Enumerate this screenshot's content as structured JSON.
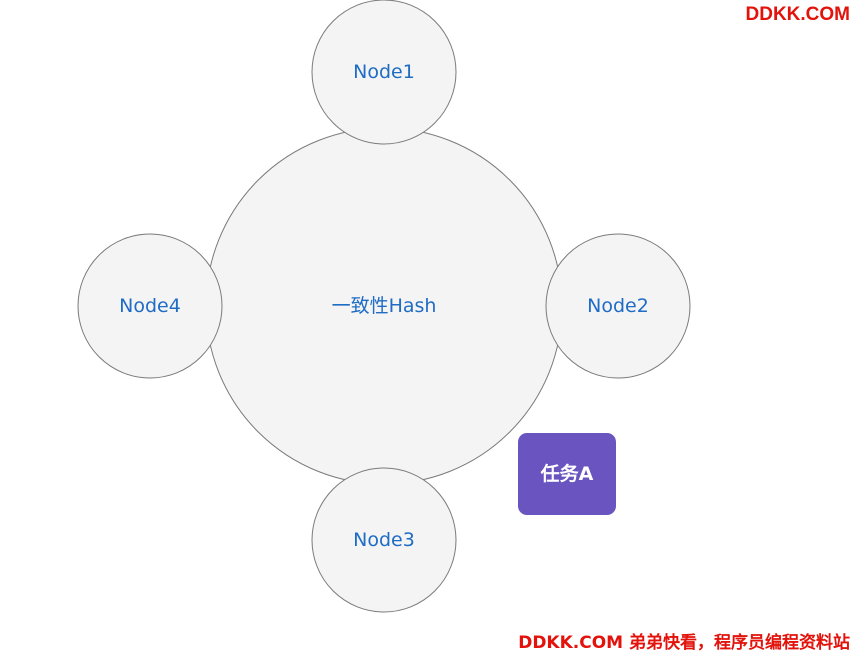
{
  "diagram": {
    "center": {
      "label": "一致性Hash"
    },
    "nodes": [
      {
        "id": "node1",
        "label": "Node1"
      },
      {
        "id": "node2",
        "label": "Node2"
      },
      {
        "id": "node3",
        "label": "Node3"
      },
      {
        "id": "node4",
        "label": "Node4"
      }
    ],
    "task": {
      "label": "任务A"
    }
  },
  "watermark": {
    "top": "DDKK.COM",
    "bottom": "DDKK.COM 弟弟快看，程序员编程资料站"
  },
  "colors": {
    "node_fill": "#f4f4f4",
    "node_stroke": "#7a7a7a",
    "label_text": "#1f6cc5",
    "task_fill": "#6a54c0",
    "watermark": "#e3120b"
  }
}
